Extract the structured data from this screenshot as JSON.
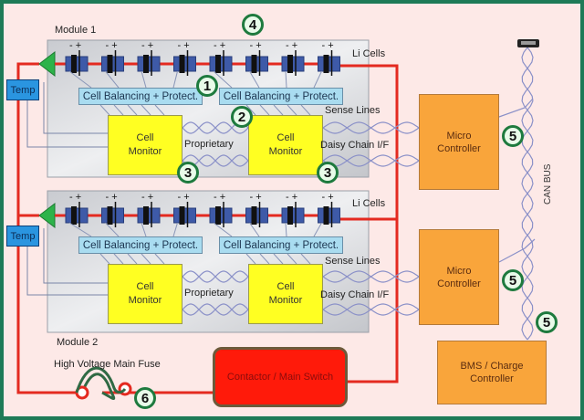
{
  "diagram": {
    "title_badge": "4",
    "colors": {
      "frame_border": "#1e7a57",
      "background": "#fde9e7",
      "module_panel": "#d4d6da",
      "power_line": "#e42a20",
      "cell_monitor": "#ffff22",
      "balancing": "#a9dcf0",
      "temp": "#2a95e0",
      "controller": "#f9a53b",
      "contactor": "#ff1a0a",
      "badge_ring": "#1e7a3e",
      "twisted_pair": "#8a90c8"
    },
    "modules": [
      {
        "name": "Module 1",
        "cells_label": "Li Cells",
        "cell_count": 8,
        "cell_polarity": "- +",
        "temp_label": "Temp",
        "balancing": [
          "Cell Balancing + Protect.",
          "Cell Balancing + Protect."
        ],
        "monitors": [
          "Cell\nMonitor",
          "Cell\nMonitor"
        ],
        "proprietary_label": "Proprietary",
        "sense_lines_label": "Sense Lines",
        "daisy_chain_label": "Daisy Chain I/F",
        "badges": {
          "balancing": "1",
          "sense": "2",
          "daisy_left": "3",
          "daisy_right": "3"
        }
      },
      {
        "name": "Module 2",
        "cells_label": "Li Cells",
        "cell_count": 8,
        "cell_polarity": "- +",
        "temp_label": "Temp",
        "balancing": [
          "Cell Balancing + Protect.",
          "Cell Balancing + Protect."
        ],
        "monitors": [
          "Cell\nMonitor",
          "Cell\nMonitor"
        ],
        "proprietary_label": "Proprietary",
        "sense_lines_label": "Sense Lines",
        "daisy_chain_label": "Daisy Chain I/F"
      }
    ],
    "micro_controllers": [
      {
        "label": "Micro\nController",
        "badge": "5"
      },
      {
        "label": "Micro\nController",
        "badge": "5"
      }
    ],
    "can_bus_label": "CAN BUS",
    "can_badge": "5",
    "bms": {
      "label": "BMS / Charge\nController"
    },
    "fuse": {
      "label": "High Voltage Main Fuse",
      "badge": "6"
    },
    "contactor": {
      "label": "Contactor / Main Switch"
    }
  }
}
